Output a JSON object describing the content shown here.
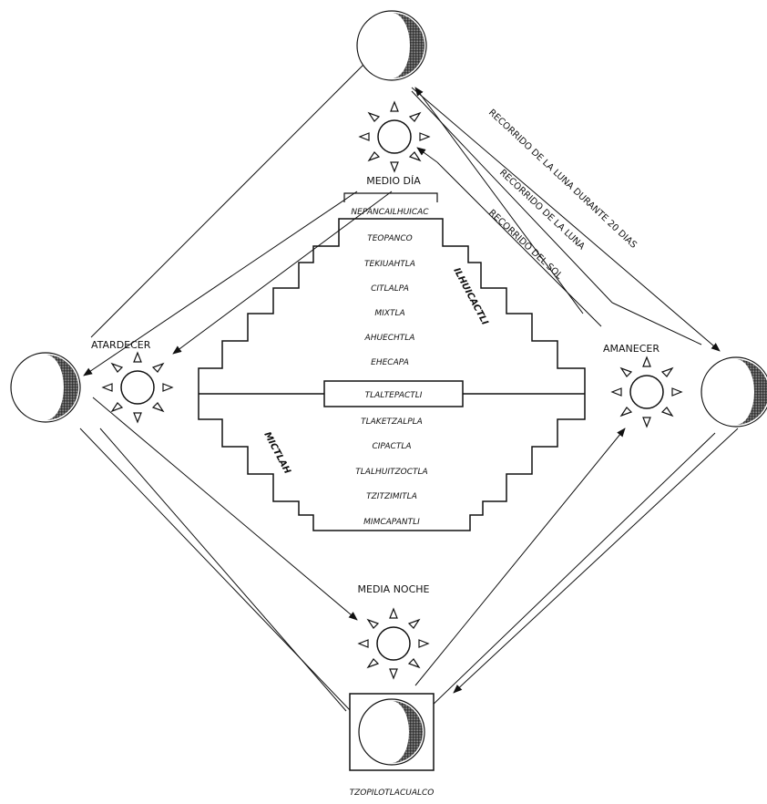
{
  "diagram": {
    "positions": {
      "noon": "MEDIO DÍA",
      "sunset": "ATARDECER",
      "sunrise": "AMANECER",
      "midnight": "MEDIA NOCHE",
      "bottom": "TZOPILOTLACUALCO"
    },
    "paths": {
      "moon_20_days": "RECORRIDO DE LA LUNA DURANTE 20 DIAS",
      "moon": "RECORRIDO DE LA LUNA",
      "sun": "RECORRIDO DEL SOL"
    },
    "realms": {
      "upper": "ILHUICACTLI",
      "lower": "MICTLAH"
    },
    "upper_levels": [
      "NEPANCAILHUICAC",
      "TEOPANCO",
      "TEKIUAHTLA",
      "CITLALPA",
      "MIXTLA",
      "AHUECHTLA",
      "EHECAPA"
    ],
    "center": "TLALTEPACTLI",
    "lower_levels": [
      "TLAKETZALPLA",
      "CIPACTLA",
      "TLALHUITZOCTLA",
      "TZITZIMITLA",
      "MIMCAPANTLI"
    ]
  }
}
